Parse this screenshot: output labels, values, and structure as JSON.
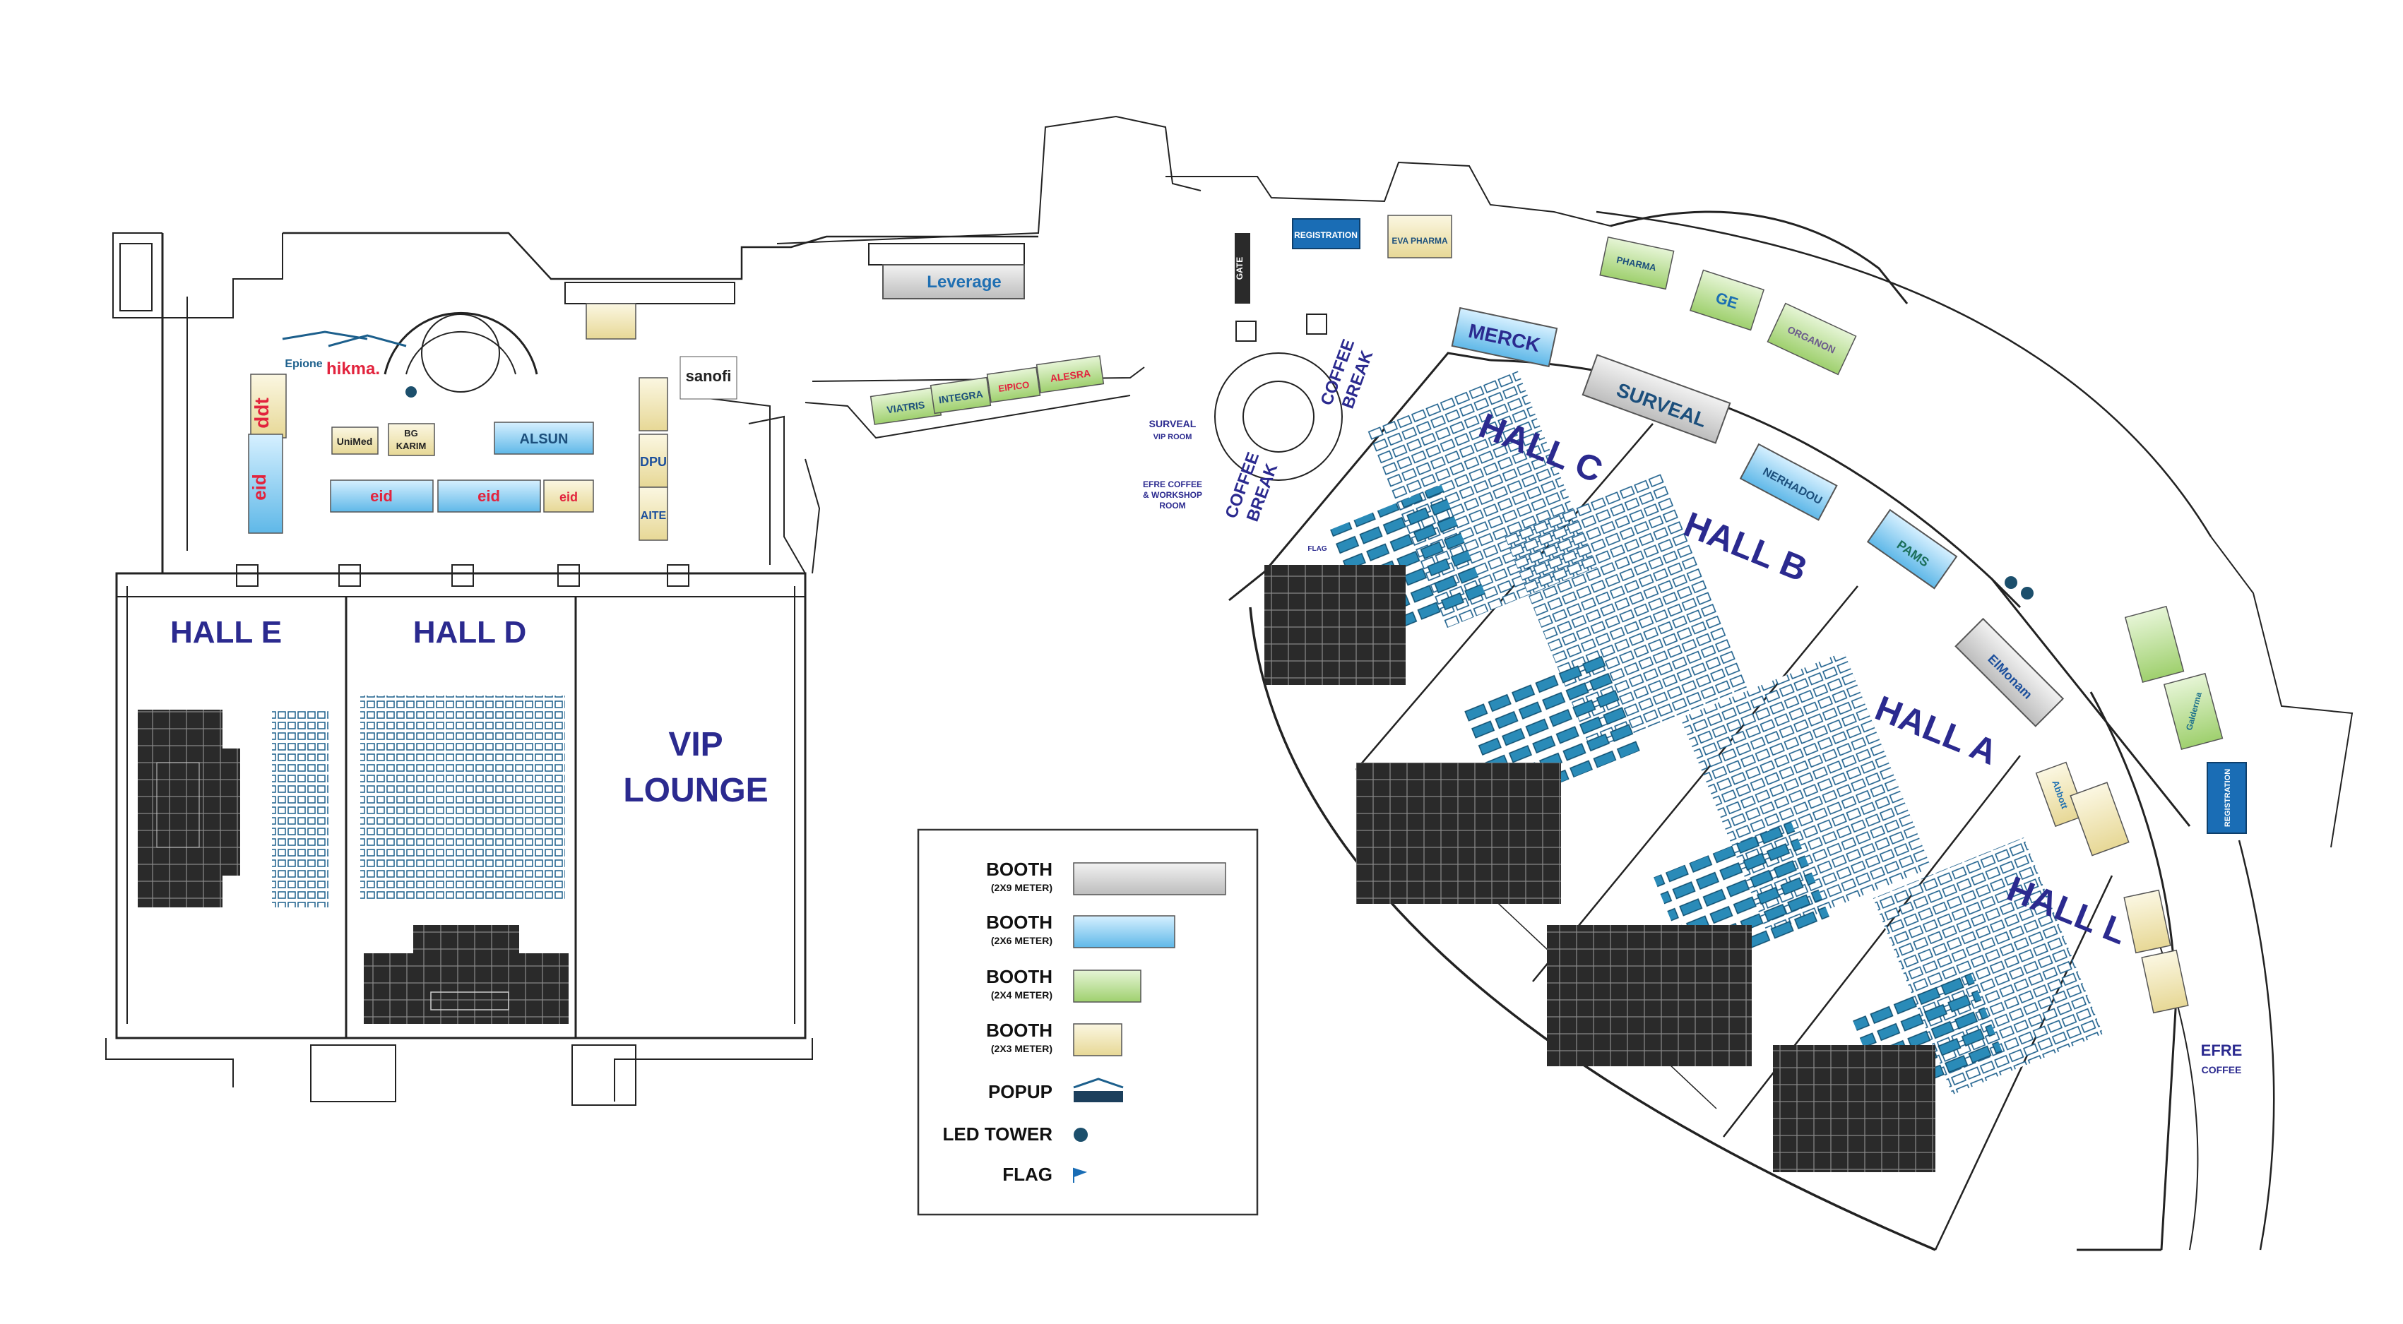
{
  "halls": {
    "e": "HALL E",
    "d": "HALL D",
    "vip_line1": "VIP",
    "vip_line2": "LOUNGE",
    "c": "HALL C",
    "b": "HALL B",
    "a": "HALL A",
    "l": "HALL L"
  },
  "areas": {
    "coffee_break": [
      "COFFEE",
      "BREAK"
    ],
    "surveal_vip_room": [
      "SURVEAL",
      "VIP ROOM"
    ],
    "efre_workshop": [
      "EFRE COFFEE",
      "& WORKSHOP",
      "ROOM"
    ],
    "efre_coffee": [
      "EFRE",
      "COFFEE"
    ],
    "registration": "REGISTRATION",
    "flag": "FLAG",
    "gate": "GATE"
  },
  "sponsors": {
    "leverage": "Leverage",
    "sanofi": "sanofi",
    "eipico": "EIPICO",
    "hikma": "hikma.",
    "epione": "Epione",
    "unimed": "UniMed",
    "bgkarim": [
      "BG",
      "KARIM"
    ],
    "alsun": "ALSUN",
    "eva": "EVA PHARMA",
    "merck": "MERCK",
    "surveal": "SURVEAL",
    "nerhadou": "NERHADOU",
    "pams": "PAMS",
    "elmonam": "ElMonam",
    "abbott": "Abbott",
    "ge": "GE",
    "organon": "ORGANON",
    "pharma": "PHARMA",
    "integra": "INTEGRA",
    "viatris": "VIATRIS",
    "alesra": "ALESRA",
    "eid": "eid",
    "ddt": "ddt",
    "aite": "AITE",
    "dpu": "DPU",
    "galderma": "Galderma"
  },
  "legend": {
    "items": [
      {
        "label": "BOOTH",
        "sub": "(2X9 METER)",
        "color": "#c9c9c9"
      },
      {
        "label": "BOOTH",
        "sub": "(2X6 METER)",
        "color": "#7fc8ee"
      },
      {
        "label": "BOOTH",
        "sub": "(2X4 METER)",
        "color": "#b4dc8c"
      },
      {
        "label": "BOOTH",
        "sub": "(2X3 METER)",
        "color": "#f1e7b0"
      }
    ],
    "popup": "POPUP",
    "led": "LED TOWER",
    "flag": "FLAG"
  },
  "colors": {
    "hall_text": "#2b2a8f",
    "seat": "#1c5f8c",
    "stage": "#2a2a2a",
    "wall": "#222222"
  }
}
